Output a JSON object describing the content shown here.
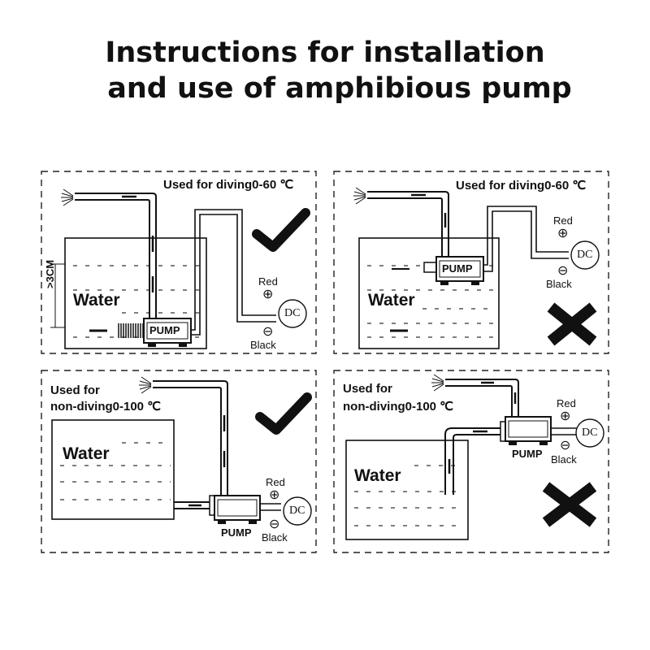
{
  "title": {
    "line1": "Instructions for installation",
    "line2": "and use of amphibious pump"
  },
  "labels": {
    "used_diving": "Used for diving0-60 ℃",
    "used_for": "Used for",
    "non_diving": "non-diving0-100 ℃",
    "water": "Water",
    "pump": "PUMP",
    "red": "Red",
    "black": "Black",
    "dc": "DC",
    "depth": ">3CM",
    "plus": "⊕",
    "minus": "⊖"
  },
  "panels": [
    {
      "id": "diving-submerged",
      "verdict": "correct"
    },
    {
      "id": "diving-not-submerged",
      "verdict": "incorrect"
    },
    {
      "id": "non-diving-external-level",
      "verdict": "correct"
    },
    {
      "id": "non-diving-above-water",
      "verdict": "incorrect"
    }
  ],
  "colors": {
    "ink": "#111111",
    "background": "#ffffff"
  }
}
